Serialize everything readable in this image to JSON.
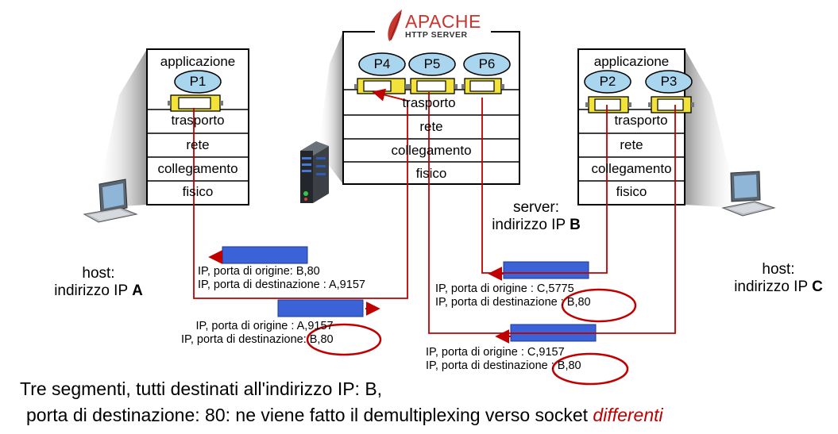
{
  "apache": {
    "name": "APACHE",
    "subtitle": "HTTP SERVER"
  },
  "host_a": {
    "label": "host:",
    "ip_prefix": "indirizzo IP ",
    "ip_letter": "A",
    "layers": [
      "applicazione",
      "trasporto",
      "rete",
      "collegamento",
      "fisico"
    ],
    "processes": [
      "P1"
    ]
  },
  "server": {
    "label": "server:",
    "ip_prefix": "indirizzo IP ",
    "ip_letter": "B",
    "layers": [
      "trasporto",
      "rete",
      "collegamento",
      "fisico"
    ],
    "processes": [
      "P4",
      "P5",
      "P6"
    ]
  },
  "host_c": {
    "label": "host:",
    "ip_prefix": "indirizzo IP ",
    "ip_letter": "C",
    "layers": [
      "applicazione",
      "trasporto",
      "rete",
      "collegamento",
      "fisico"
    ],
    "processes": [
      "P2",
      "P3"
    ]
  },
  "segments": [
    {
      "src": "IP, porta di origine: B,80",
      "dst": "IP, porta di destinazione : A,9157"
    },
    {
      "src": "IP, porta di origine : A,9157",
      "dst": "IP, porta di destinazione: B,80"
    },
    {
      "src": "IP, porta di origine : C,5775",
      "dst": "IP, porta di destinazione : B,80"
    },
    {
      "src": "IP, porta di origine : C,9157",
      "dst": "IP, porta di destinazione : B,80"
    }
  ],
  "caption": {
    "line1": "Tre segmenti, tutti destinati all'indirizzo IP: B,",
    "line2_prefix": "porta di destinazione: 80: ne viene fatto il demultiplexing verso socket ",
    "line2_emph": "differenti"
  },
  "colors": {
    "arrow": "#c00000",
    "segment": "#3b62d6",
    "socket": "#f2e23a",
    "process": "#a9d5ef"
  }
}
